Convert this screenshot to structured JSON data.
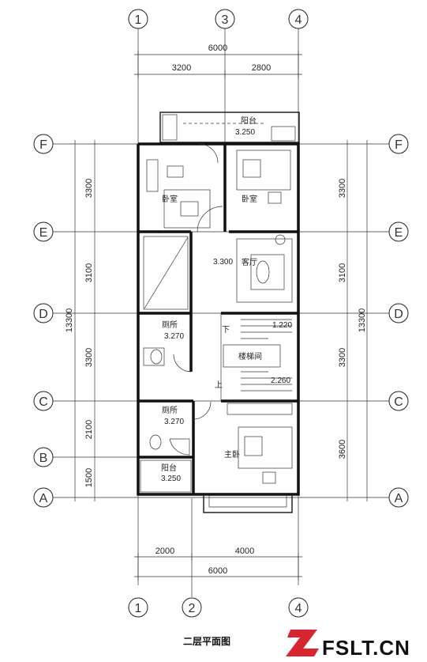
{
  "axes_top": [
    "1",
    "3",
    "4"
  ],
  "axes_bottom": [
    "1",
    "2",
    "4"
  ],
  "axes_rows": [
    "F",
    "E",
    "D",
    "C",
    "B",
    "A"
  ],
  "dims_top": {
    "total": "6000",
    "left": "3200",
    "right": "2800"
  },
  "dims_bottom": {
    "total": "6000",
    "left": "2000",
    "right": "4000"
  },
  "dims_left": {
    "total": "13300",
    "fe": "3300",
    "ed": "3100",
    "dc": "3300",
    "cb": "2100",
    "ba": "1500"
  },
  "dims_right": {
    "total": "13300",
    "fe": "3300",
    "ed": "3100",
    "dc": "3300",
    "ca": "3600"
  },
  "rooms": {
    "balcony_top": "阳台",
    "balcony_top_level": "3.250",
    "bedroom_left": "卧室",
    "bedroom_right": "卧室",
    "living": "客厅",
    "living_level": "3.300",
    "toilet_upper": "厕所",
    "toilet_upper_level": "3.270",
    "stair": "楼梯间",
    "stair_level_1": "1.220",
    "stair_level_2": "2.260",
    "stair_down": "下",
    "stair_up": "上",
    "toilet_lower": "厕所",
    "toilet_lower_level": "3.270",
    "master": "主卧",
    "balcony_bottom": "阳台",
    "balcony_bottom_level": "3.250"
  },
  "caption": "二层平面图",
  "brand": "FSLT.CN",
  "colors": {
    "brand_red": "#d7262e",
    "line": "#222222"
  }
}
